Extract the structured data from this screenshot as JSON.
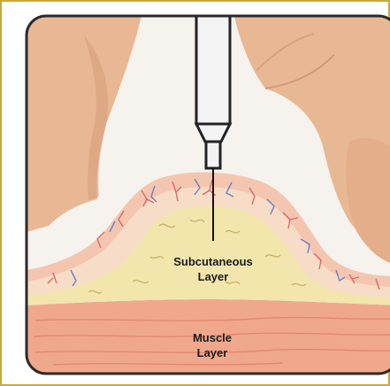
{
  "labels": {
    "subcutaneous_line1": "Subcutaneous",
    "subcutaneous_line2": "Layer",
    "muscle_line1": "Muscle",
    "muscle_line2": "Layer"
  },
  "colors": {
    "border_outer": "#c9a83a",
    "background": "#f6f3ee",
    "skin_hand": "#e8b894",
    "skin_hand_shadow": "#d39d78",
    "epidermis": "#f4c6b0",
    "dermis": "#f7ddc7",
    "fat_layer": "#f3e6ad",
    "muscle": "#f0a88c",
    "muscle_line": "#e07f6a",
    "needle_barrel": "#f3f3f3",
    "vessel_red": "#d96a6a",
    "vessel_blue": "#6a7fc7"
  }
}
